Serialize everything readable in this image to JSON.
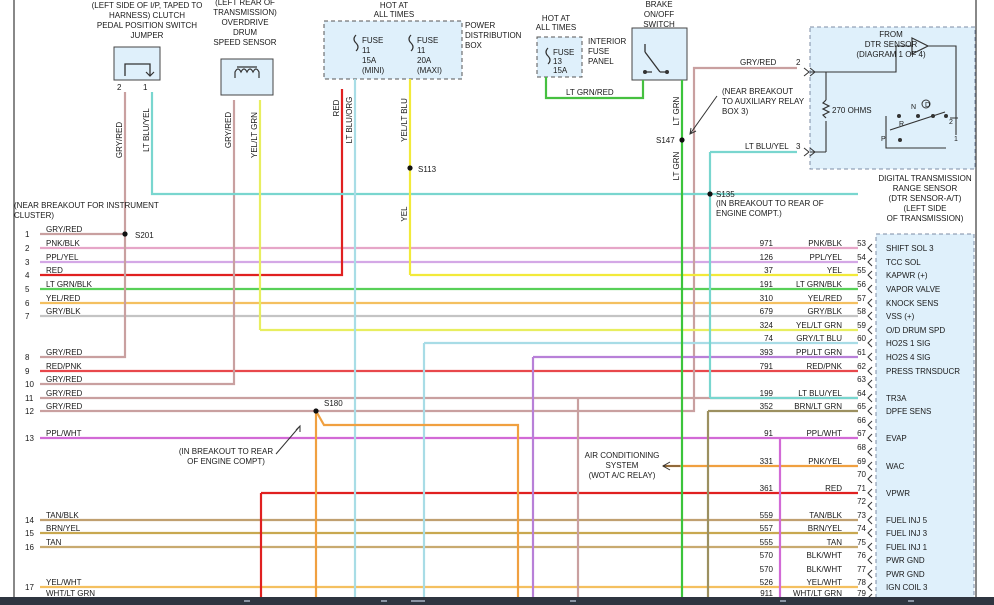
{
  "colors": {
    "gry_red": "#c9a0a0",
    "lt_blu_yel": "#79d6cf",
    "yel_ltgrn": "#e8ee60",
    "red": "#e02020",
    "lt_blu_org": "#a8dde6",
    "yel_ltblu": "#f2ea3a",
    "lt_grn_red": "#46c040",
    "lt_grn": "#3cc43c",
    "pnk_blk": "#e6a6c8",
    "ppl_yel": "#d4a8e6",
    "lt_grn_blk": "#58d058",
    "yel_red": "#f4c060",
    "gry_blk": "#c4c4c4",
    "gry_ltblu": "#a8dce6",
    "ppl_ltgrn": "#b880d8",
    "red_pnk": "#e8484c",
    "brn_ltgrn": "#9c9060",
    "ppl_wht": "#d26ad6",
    "orange": "#f0a040",
    "tan_blk": "#c0a070",
    "brn_yel": "#c8a850",
    "tan": "#c8aa70",
    "dtr_box": "#dff0fb",
    "pcm_box": "#dff0fb"
  },
  "components": {
    "clutch_switch": "(LEFT SIDE OF I/P, TAPED TO HARNESS) CLUTCH PEDAL POSITION SWITCH JUMPER",
    "clutch_pin_2": "2",
    "clutch_pin_1": "1",
    "od_sensor": "(LEFT REAR OF TRANSMISSION) OVERDRIVE DRUM SPEED SENSOR",
    "hot_at_all_times_pdb": "HOT AT ALL TIMES",
    "pdb_title": "POWER DISTRIBUTION BOX",
    "fuse11_a": "FUSE 11 15A (MINI)",
    "fuse11_b": "FUSE 11 20A (MAXI)",
    "hot_at_all_times_ifp": "HOT AT ALL TIMES",
    "fuse13": "FUSE 13 15A",
    "ifp_title": "INTERIOR FUSE PANEL",
    "brake_switch": "BRAKE ON/OFF SWITCH",
    "near_breakout_aux": "(NEAR BREAKOUT TO AUXILIARY RELAY BOX 3)",
    "from_dtr": "FROM DTR SENSOR (DIAGRAM 1 OF 4)",
    "resistor": "270 OHMS",
    "dtr_pins": [
      "N",
      "D",
      "R",
      "P",
      "2",
      "1"
    ],
    "dtr_title": "DIGITAL TRANSMISSION RANGE SENSOR (DTR SENSOR-A/T) (LEFT SIDE OF TRANSMISSION)",
    "near_breakout_cluster": "(NEAR BREAKOUT FOR INSTRUMENT CLUSTER)",
    "in_breakout_engine": "(IN BREAKOUT TO REAR OF ENGINE COMPT)",
    "s135_note": "(IN BREAKOUT TO REAR OF ENGINE COMPT.)",
    "ac_system": "AIR CONDITIONING SYSTEM (WOT A/C RELAY)"
  },
  "splices": {
    "s201": "S201",
    "s113": "S113",
    "s147": "S147",
    "s135": "S135",
    "s180": "S180"
  },
  "vertical_wire_labels": {
    "clutch_2": "GRY/RED",
    "clutch_1": "LT BLU/YEL",
    "od_left": "GRY/RED",
    "od_right": "YEL/LT GRN",
    "pdb_left": "RED",
    "pdb_mid": "LT BLU/ORG",
    "pdb_right": "YEL/LT BLU",
    "yel_drop": "YEL",
    "brake_upper": "LT GRN",
    "brake_lower": "LT GRN"
  },
  "dtr_wires": [
    {
      "label": "GRY/RED",
      "pin": "2"
    },
    {
      "label": "LT BLU/YEL",
      "pin": "3"
    }
  ],
  "ifp_wire": "LT GRN/RED",
  "left_rows": [
    {
      "num": "1",
      "wire": "GRY/RED"
    },
    {
      "num": "2",
      "wire": "PNK/BLK"
    },
    {
      "num": "3",
      "wire": "PPL/YEL"
    },
    {
      "num": "4",
      "wire": "RED"
    },
    {
      "num": "5",
      "wire": "LT GRN/BLK"
    },
    {
      "num": "6",
      "wire": "YEL/RED"
    },
    {
      "num": "7",
      "wire": "GRY/BLK"
    },
    {
      "num": "8",
      "wire": "GRY/RED"
    },
    {
      "num": "9",
      "wire": "RED/PNK"
    },
    {
      "num": "10",
      "wire": "GRY/RED"
    },
    {
      "num": "11",
      "wire": "GRY/RED"
    },
    {
      "num": "12",
      "wire": "GRY/RED"
    },
    {
      "num": "13",
      "wire": "PPL/WHT"
    },
    {
      "num": "14",
      "wire": "TAN/BLK"
    },
    {
      "num": "15",
      "wire": "BRN/YEL"
    },
    {
      "num": "16",
      "wire": "TAN"
    },
    {
      "num": "17",
      "wire": "YEL/WHT"
    },
    {
      "num": "",
      "wire": "WHT/LT GRN"
    }
  ],
  "right_rows": [
    {
      "circuit": "971",
      "wire": "PNK/BLK",
      "pin": "53",
      "signal": "SHIFT SOL 3"
    },
    {
      "circuit": "126",
      "wire": "PPL/YEL",
      "pin": "54",
      "signal": "TCC SOL"
    },
    {
      "circuit": "37",
      "wire": "YEL",
      "pin": "55",
      "signal": "KAPWR (+)"
    },
    {
      "circuit": "191",
      "wire": "LT GRN/BLK",
      "pin": "56",
      "signal": "VAPOR VALVE"
    },
    {
      "circuit": "310",
      "wire": "YEL/RED",
      "pin": "57",
      "signal": "KNOCK SENS"
    },
    {
      "circuit": "679",
      "wire": "GRY/BLK",
      "pin": "58",
      "signal": "VSS (+)"
    },
    {
      "circuit": "324",
      "wire": "YEL/LT GRN",
      "pin": "59",
      "signal": "O/D DRUM SPD"
    },
    {
      "circuit": "74",
      "wire": "GRY/LT BLU",
      "pin": "60",
      "signal": "HO2S 1 SIG"
    },
    {
      "circuit": "393",
      "wire": "PPL/LT GRN",
      "pin": "61",
      "signal": "HO2S 4 SIG"
    },
    {
      "circuit": "791",
      "wire": "RED/PNK",
      "pin": "62",
      "signal": "PRESS TRNSDUCR"
    },
    {
      "circuit": "",
      "wire": "",
      "pin": "63",
      "signal": ""
    },
    {
      "circuit": "199",
      "wire": "LT BLU/YEL",
      "pin": "64",
      "signal": "TR3A"
    },
    {
      "circuit": "352",
      "wire": "BRN/LT GRN",
      "pin": "65",
      "signal": "DPFE SENS"
    },
    {
      "circuit": "",
      "wire": "",
      "pin": "66",
      "signal": ""
    },
    {
      "circuit": "91",
      "wire": "PPL/WHT",
      "pin": "67",
      "signal": "EVAP"
    },
    {
      "circuit": "",
      "wire": "",
      "pin": "68",
      "signal": ""
    },
    {
      "circuit": "331",
      "wire": "PNK/YEL",
      "pin": "69",
      "signal": "WAC"
    },
    {
      "circuit": "",
      "wire": "",
      "pin": "70",
      "signal": ""
    },
    {
      "circuit": "361",
      "wire": "RED",
      "pin": "71",
      "signal": "VPWR"
    },
    {
      "circuit": "",
      "wire": "",
      "pin": "72",
      "signal": ""
    },
    {
      "circuit": "559",
      "wire": "TAN/BLK",
      "pin": "73",
      "signal": "FUEL INJ 5"
    },
    {
      "circuit": "557",
      "wire": "BRN/YEL",
      "pin": "74",
      "signal": "FUEL INJ 3"
    },
    {
      "circuit": "555",
      "wire": "TAN",
      "pin": "75",
      "signal": "FUEL INJ 1"
    },
    {
      "circuit": "570",
      "wire": "BLK/WHT",
      "pin": "76",
      "signal": "PWR GND"
    },
    {
      "circuit": "570",
      "wire": "BLK/WHT",
      "pin": "77",
      "signal": "PWR GND"
    },
    {
      "circuit": "526",
      "wire": "YEL/WHT",
      "pin": "78",
      "signal": "IGN COIL 3"
    },
    {
      "circuit": "911",
      "wire": "WHT/LT GRN",
      "pin": "79",
      "signal": ""
    }
  ]
}
